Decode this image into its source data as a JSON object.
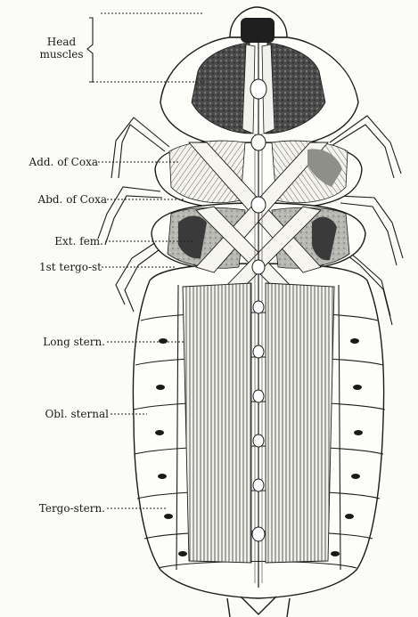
{
  "figure": {
    "labels": {
      "head_muscles_line1": "Head",
      "head_muscles_line2": "muscles",
      "add_coxa": "Add. of Coxa",
      "abd_coxa": "Abd. of Coxa",
      "ext_fem": "Ext. fem.",
      "tergo_st_1st": "1st tergo-st",
      "long_stern": "Long stern.",
      "obl_sternal": "Obl. sternal",
      "tergo_stern": "Tergo-stern."
    },
    "colors": {
      "ink": "#1a1a1a",
      "paper": "#fbfbf8",
      "dark_muscle": "#3a3a3a",
      "shade": "#8a8a8a"
    }
  }
}
